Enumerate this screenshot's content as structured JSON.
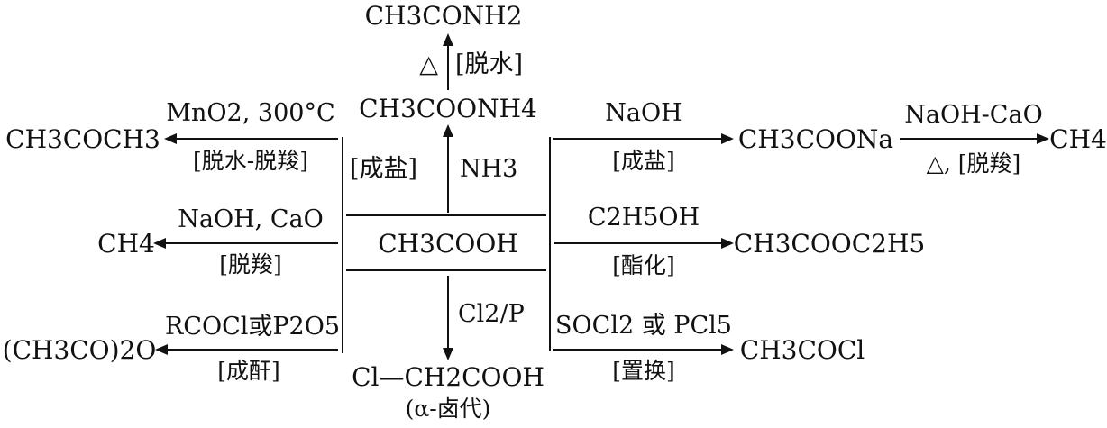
{
  "center": {
    "label": "CH3COOH"
  },
  "up": {
    "reagent": "NH3",
    "type": "[成盐]",
    "product": "CH3COONH4",
    "step2_reagent": "△",
    "step2_type": "[脱水]",
    "step2_product": "CH3CONH2"
  },
  "down": {
    "reagent": "Cl2/P",
    "product": "Cl—CH2COOH",
    "note": "(α-卤代)"
  },
  "left": [
    {
      "reagent": "MnO2, 300°C",
      "type": "[脱水-脱羧]",
      "product": "CH3COCH3"
    },
    {
      "reagent": "NaOH, CaO",
      "type": "[脱羧]",
      "product": "CH4"
    },
    {
      "reagent": "RCOCl或P2O5",
      "type": "[成酐]",
      "product": "(CH3CO)2O"
    }
  ],
  "right": [
    {
      "reagent": "NaOH",
      "type": "[成盐]",
      "product": "CH3COONa",
      "next_reagent": "NaOH-CaO",
      "next_type": "△, [脱羧]",
      "next_product": "CH4"
    },
    {
      "reagent": "C2H5OH",
      "type": "[酯化]",
      "product": "CH3COOC2H5"
    },
    {
      "reagent": "SOCl2 或 PCl5",
      "type": "[置换]",
      "product": "CH3COCl"
    }
  ],
  "colors": {
    "ink": "#111111",
    "background": "#ffffff"
  }
}
